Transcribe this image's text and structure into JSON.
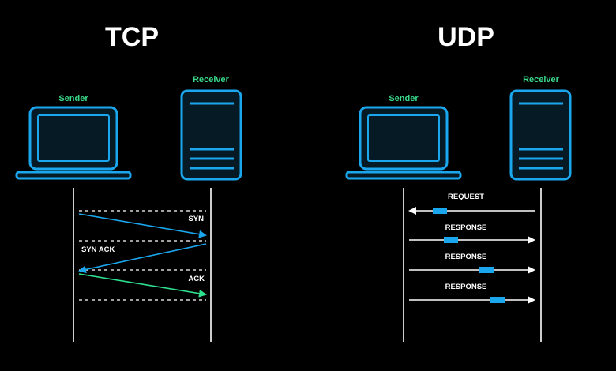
{
  "colors": {
    "background": "#000000",
    "device_stroke": "#1aa7ee",
    "device_fill": "#061a26",
    "label_green": "#39d98a",
    "text_white": "#ffffff",
    "arrow_blue": "#1aa7ee",
    "arrow_green": "#2ee08e",
    "packet_blue": "#1aa7ee",
    "lifeline": "#ffffff",
    "dashed": "#ffffff"
  },
  "tcp": {
    "title": "TCP",
    "sender_label": "Sender",
    "receiver_label": "Receiver",
    "messages": [
      {
        "label": "SYN",
        "direction": "sender-to-receiver",
        "color": "blue"
      },
      {
        "label": "SYN ACK",
        "direction": "receiver-to-sender",
        "color": "blue"
      },
      {
        "label": "ACK",
        "direction": "sender-to-receiver",
        "color": "green"
      }
    ]
  },
  "udp": {
    "title": "UDP",
    "sender_label": "Sender",
    "receiver_label": "Receiver",
    "messages": [
      {
        "label": "REQUEST",
        "direction": "receiver-to-sender"
      },
      {
        "label": "RESPONSE",
        "direction": "sender-to-receiver"
      },
      {
        "label": "RESPONSE",
        "direction": "sender-to-receiver"
      },
      {
        "label": "RESPONSE",
        "direction": "sender-to-receiver"
      }
    ]
  },
  "icons": {
    "laptop": "laptop-icon",
    "server": "server-icon",
    "packet": "packet-icon"
  }
}
